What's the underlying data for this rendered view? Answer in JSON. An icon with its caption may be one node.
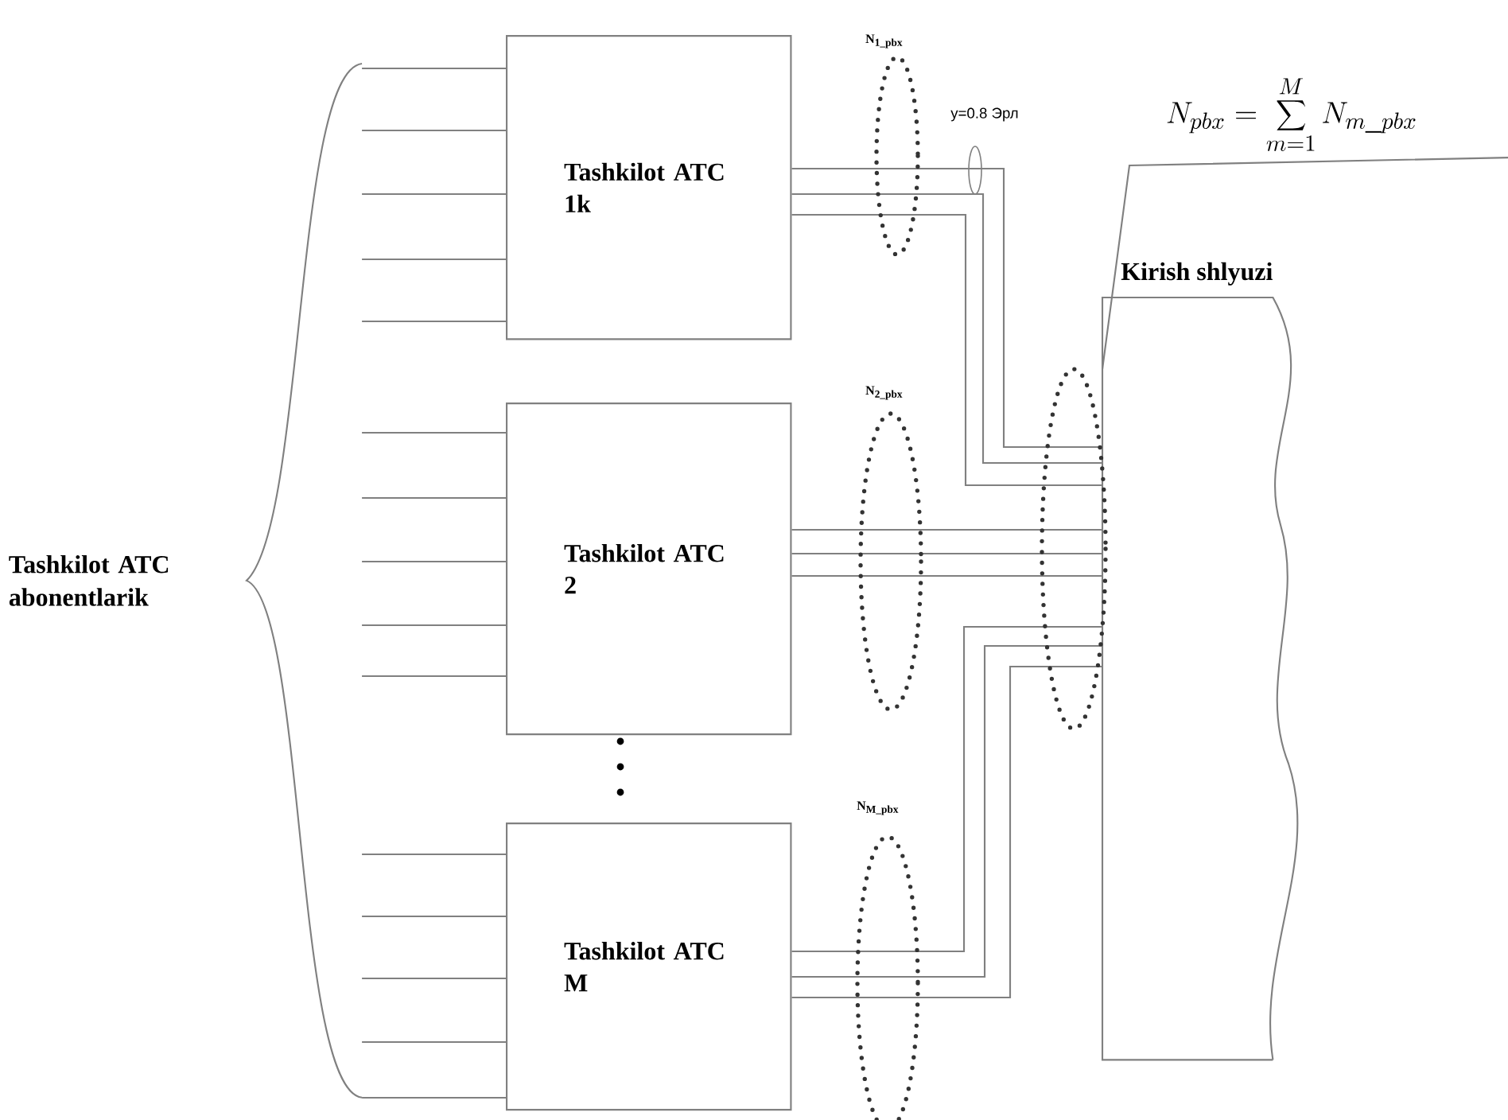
{
  "diagram": {
    "nodes": [
      {
        "text": [
          "Tashkilot ATC abonentlarik"
        ]
      },
      {
        "text": [
          "Tashkilot ATC 1k"
        ]
      },
      {
        "text": [
          "Tashkilot ATC 2"
        ]
      },
      {
        "text": [
          "Tashkilot ATC M"
        ]
      },
      {
        "text": [
          "Kirish shlyuzi"
        ]
      },
      {
        "text": [
          "N_{pbx}=\\sum_{m=1}^{M}N_{m\\_pbx}"
        ]
      }
    ],
    "edges": [
      {
        "from": 1,
        "to": 4,
        "arrow": "none"
      },
      {
        "from": 1,
        "to": 4,
        "arrow": "none"
      },
      {
        "from": 1,
        "to": 4,
        "arrow": "none"
      },
      {
        "from": 2,
        "to": 4,
        "arrow": "none"
      },
      {
        "from": 2,
        "to": 4,
        "arrow": "none"
      },
      {
        "from": 2,
        "to": 4,
        "arrow": "none"
      },
      {
        "from": 3,
        "to": 4,
        "arrow": "none"
      },
      {
        "from": 3,
        "to": 4,
        "arrow": "none"
      },
      {
        "from": 3,
        "to": 4,
        "arrow": "none"
      },
      {
        "from": 5,
        "to": 4,
        "arrow": "none"
      },
      {
        "from": 0,
        "to": 1,
        "arrow": "none"
      },
      {
        "from": 0,
        "to": 1,
        "arrow": "none"
      },
      {
        "from": 0,
        "to": 1,
        "arrow": "none"
      },
      {
        "from": 0,
        "to": 1,
        "arrow": "none"
      },
      {
        "from": 0,
        "to": 1,
        "arrow": "none"
      },
      {
        "from": 0,
        "to": 2,
        "arrow": "none"
      },
      {
        "from": 0,
        "to": 2,
        "arrow": "none"
      },
      {
        "from": 0,
        "to": 2,
        "arrow": "none"
      },
      {
        "from": 0,
        "to": 2,
        "arrow": "none"
      },
      {
        "from": 0,
        "to": 2,
        "arrow": "none"
      },
      {
        "from": 0,
        "to": 3,
        "arrow": "none"
      },
      {
        "from": 0,
        "to": 3,
        "arrow": "none"
      },
      {
        "from": 0,
        "to": 3,
        "arrow": "none"
      },
      {
        "from": 0,
        "to": 3,
        "arrow": "none"
      },
      {
        "from": 0,
        "to": 3,
        "arrow": "none"
      }
    ],
    "labels": [
      "N$_{1_pbx}$",
      "y=0.8 Эрл",
      "N$_{2_pbx}$",
      "N$_{M_pbx}$"
    ]
  }
}
